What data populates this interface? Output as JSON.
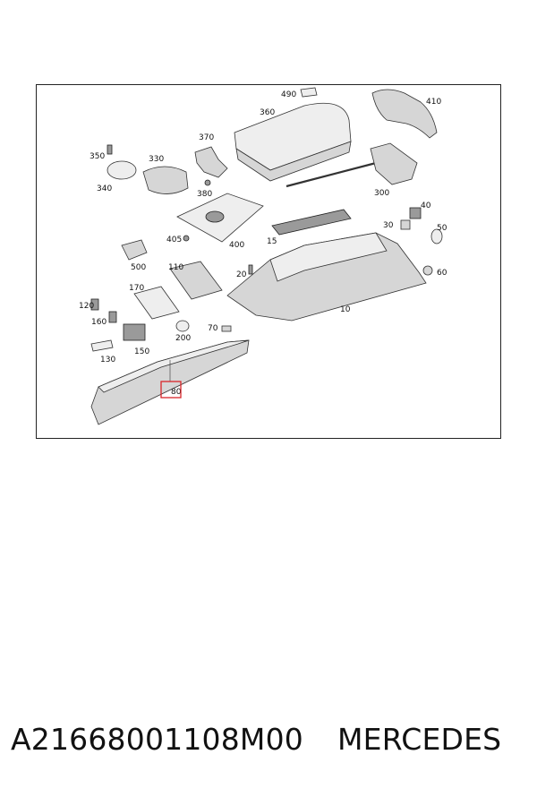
{
  "diagram": {
    "callouts": [
      "10",
      "15",
      "20",
      "30",
      "40",
      "50",
      "60",
      "70",
      "80",
      "110",
      "120",
      "130",
      "150",
      "160",
      "170",
      "200",
      "300",
      "340",
      "350",
      "330",
      "360",
      "370",
      "380",
      "400",
      "405",
      "410",
      "490",
      "500"
    ],
    "highlighted_callout": "80",
    "highlight_color": "#d9262b"
  },
  "caption": {
    "part_number": "A21668001108M00",
    "brand": "MERCEDES"
  }
}
